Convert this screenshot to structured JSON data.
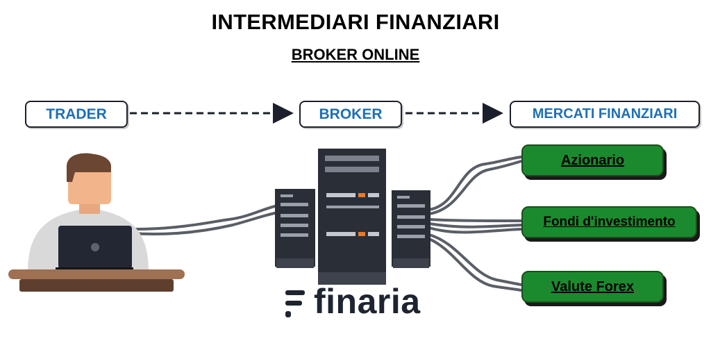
{
  "title": "INTERMEDIARI FINANZIARI",
  "subtitle": "BROKER ONLINE",
  "flow": {
    "trader": "TRADER",
    "broker": "BROKER",
    "mercati": "MERCATI FINANZIARI"
  },
  "markets": {
    "azionario": "Azionario",
    "fondi": "Fondi d'investimento",
    "valute": "Valute Forex"
  },
  "logo": {
    "text": "finaria",
    "icon": "finaria-f-icon"
  },
  "colors": {
    "box_text": "#1f6fb3",
    "market_fill": "#1b8a2e",
    "server": "#2a2e37",
    "arrow": "#1b1f2b"
  }
}
